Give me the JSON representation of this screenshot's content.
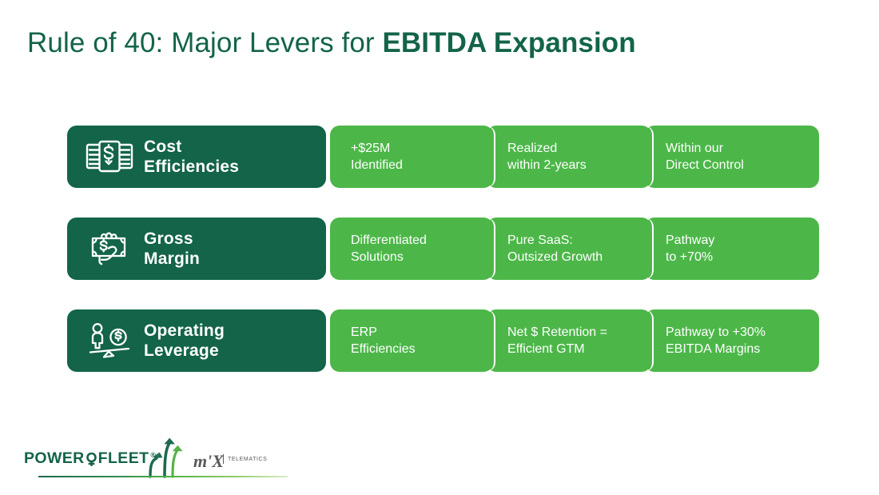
{
  "slide": {
    "title_light": "Rule of 40: Major Levers for ",
    "title_bold": "EBITDA Expansion",
    "colors": {
      "dark_green": "#136448",
      "bright_green": "#4cb748",
      "white": "#ffffff",
      "logo_gray": "#58595b"
    }
  },
  "rows": [
    {
      "icon": "cash-stack-icon",
      "label": "Cost\nEfficiencies",
      "cells": [
        "+$25M\nIdentified",
        "Realized\nwithin 2-years",
        "Within our\nDirect Control"
      ]
    },
    {
      "icon": "hand-holding-money-icon",
      "label": "Gross\nMargin",
      "cells": [
        "Differentiated\nSolutions",
        "Pure SaaS:\nOutsized Growth",
        "Pathway\nto +70%"
      ]
    },
    {
      "icon": "person-dollar-seesaw-icon",
      "label": "Operating\nLeverage",
      "cells": [
        "ERP\nEfficiencies",
        "Net $ Retention =\nEfficient GTM",
        "Pathway to +30%\nEBITDA Margins"
      ]
    }
  ],
  "footer": {
    "brand": "POWER",
    "brand_2": "FLEET",
    "registered": "®",
    "partner": "m'X",
    "partner_sub": "TELEMATICS"
  }
}
